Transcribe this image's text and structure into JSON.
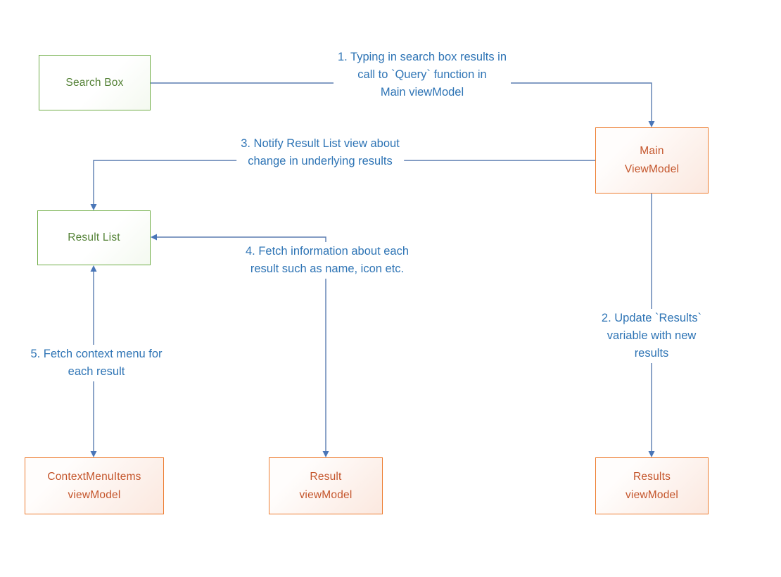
{
  "diagram": {
    "colors": {
      "green_border": "#70AD47",
      "green_text": "#538135",
      "orange_border": "#ED7D31",
      "orange_text": "#C4552B",
      "connector_line": "#5B7DB1",
      "arrowhead_fill": "#4A76B8",
      "annotation_text": "#2E74B5",
      "background": "#FFFFFF"
    },
    "nodes": {
      "search_box": "Search Box",
      "main_viewmodel": "Main\nViewModel",
      "result_list": "Result List",
      "contextmenuitems_viewmodel": "ContextMenuItems\nviewModel",
      "result_viewmodel": "Result\nviewModel",
      "results_viewmodel": "Results\nviewModel"
    },
    "annotations": {
      "step1": "1. Typing in search box results in\ncall to `Query` function in\nMain viewModel",
      "step2": "2. Update `Results` variable with new\nresults",
      "step3": "3. Notify Result List view about\nchange in underlying results",
      "step4": "4. Fetch information about each\nresult such as name, icon etc.",
      "step5": "5. Fetch context menu for\neach result"
    }
  }
}
